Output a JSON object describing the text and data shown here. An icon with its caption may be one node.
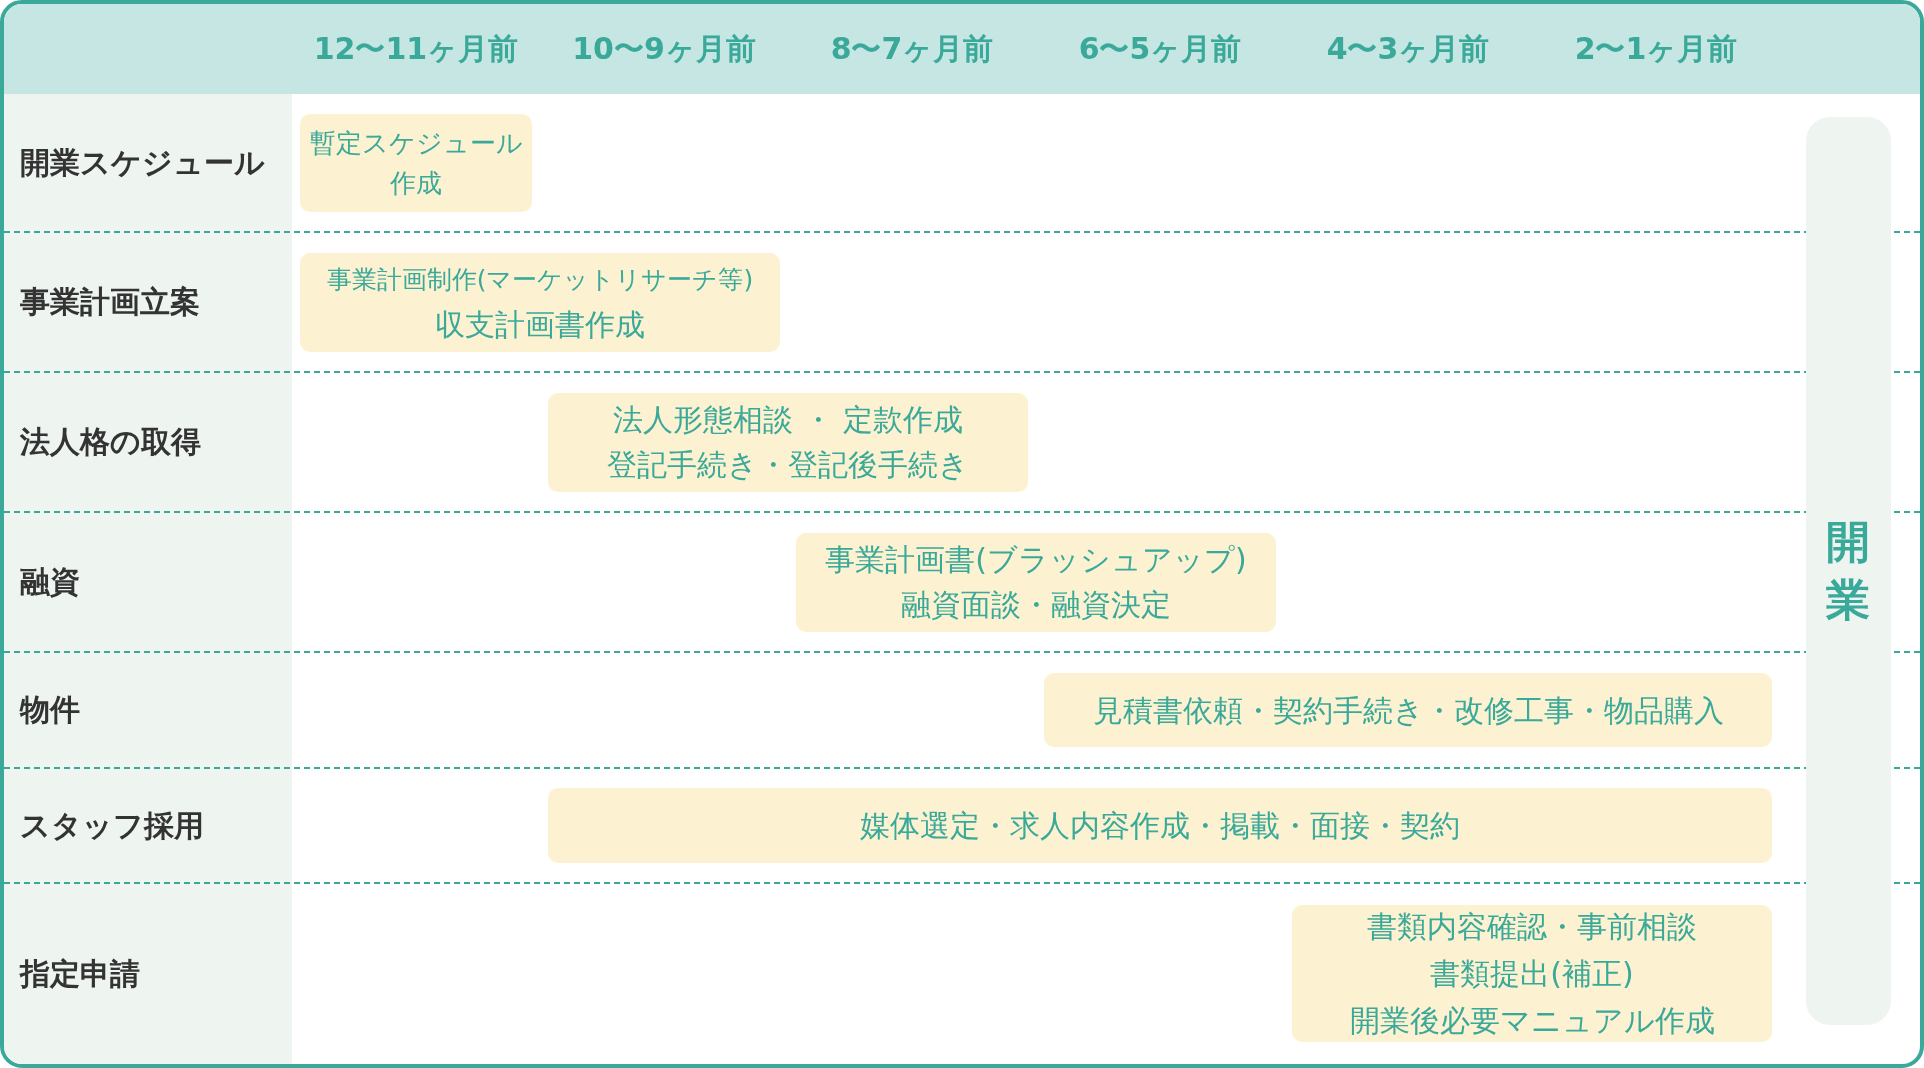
{
  "diagram": {
    "nodes": [
      {
        "text": [
          "暫定スケジュール作成"
        ]
      },
      {
        "text": [
          "事業計画制作(マーケットリサーチ等)",
          "収支計画書作成"
        ]
      },
      {
        "text": [
          "法人形態相談 ・ 定款作成",
          "登記手続き・登記後手続き"
        ]
      },
      {
        "text": [
          "事業計画書(ブラッシュアップ)",
          "融資面談・融資決定"
        ]
      },
      {
        "text": [
          "見積書依頼・契約手続き・改修工事・物品購入"
        ]
      },
      {
        "text": [
          "媒体選定・求人内容作成・掲載・面接・契約"
        ]
      },
      {
        "text": [
          "書類内容確認・事前相談",
          "書類提出(補正)",
          "開業後必要マニュアル作成"
        ]
      },
      {
        "text": [
          "開業"
        ]
      }
    ],
    "labels": [
      "12〜11ヶ月前",
      "10〜9ヶ月前",
      "8〜7ヶ月前",
      "6〜5ヶ月前",
      "4〜3ヶ月前",
      "2〜1ヶ月前",
      "開業スケジュール",
      "事業計画立案",
      "法人格の取得",
      "融資",
      "物件",
      "スタッフ採用",
      "指定申請"
    ]
  }
}
